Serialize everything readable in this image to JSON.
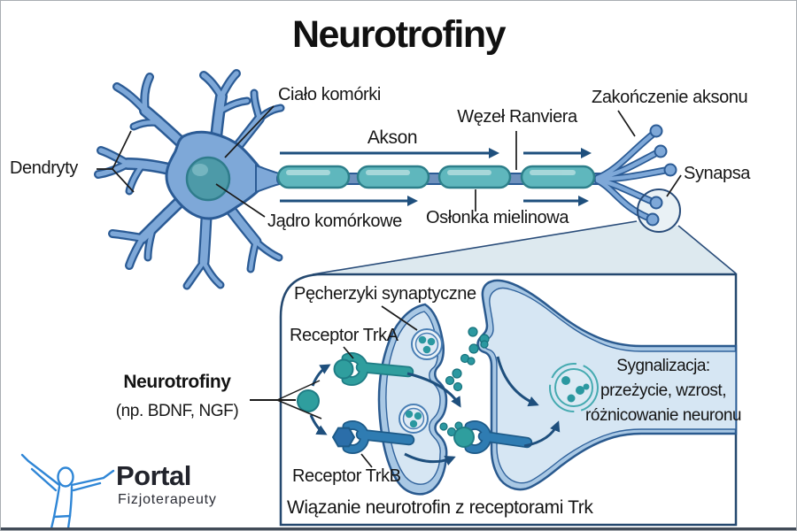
{
  "title": "Neurotrofiny",
  "neuron": {
    "dendrites_label": "Dendryty",
    "cell_body_label": "Ciało komórki",
    "axon_label": "Akson",
    "ranvier_label": "Węzeł Ranviera",
    "axon_terminal_label": "Zakończenie aksonu",
    "synapse_label": "Synapsa",
    "nucleus_label": "Jądro komórkowe",
    "myelin_label": "Osłonka mielinowa"
  },
  "inset": {
    "vesicles_label": "Pęcherzyki synaptyczne",
    "receptor_trka_label": "Receptor TrkA",
    "receptor_trkb_label": "Receptor TrkB",
    "neurotrophins_title": "Neurotrofiny",
    "neurotrophins_examples": "(np. BDNF, NGF)",
    "signaling_line1": "Sygnalizacja:",
    "signaling_line2": "przeżycie, wzrost,",
    "signaling_line3": "różnicowanie neuronu",
    "caption": "Wiązanie neurotrofin z receptorami Trk"
  },
  "logo": {
    "name": "Portal",
    "subtitle": "Fizjoterapeuty"
  },
  "icons": {
    "figure": "raised-arms-person-icon"
  },
  "colors": {
    "neuron_fill": "#7ea8d8",
    "neuron_outline": "#2b5b95",
    "nucleus_fill": "#4d9aa8",
    "myelin_fill": "#5fb7bd",
    "myelin_outline": "#2d7f8a",
    "arrow_navy": "#1e4f7d",
    "molecule_teal": "#2b98a0",
    "trka_teal": "#2f9e9e",
    "trkb_blue": "#2b6ea9",
    "membrane_band": "#a9c8e4",
    "cell_interior": "#d6e6f3",
    "magnifier_cone": "#dde9ef",
    "logo_blue": "#2f86d6"
  }
}
